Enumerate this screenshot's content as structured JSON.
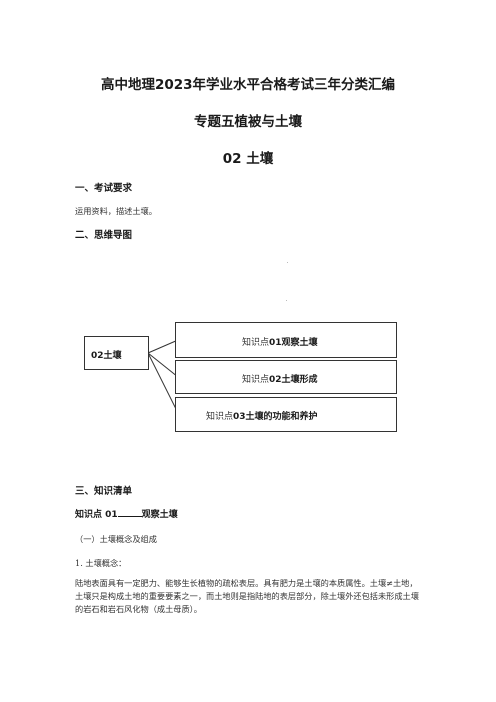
{
  "header": {
    "title_main": "高中地理2023年学业水平合格考试三年分类汇编",
    "title_topic": "专题五植被与土壤",
    "title_sub": "02 土壤"
  },
  "section1": {
    "heading": "一、考试要求",
    "text": "运用资料，描述土壤。"
  },
  "section2": {
    "heading": "二、思维导图",
    "mindmap": {
      "root": "02土壤",
      "branches": [
        {
          "prefix": "知识点",
          "label": "01观察土壤"
        },
        {
          "prefix": "知识点",
          "label": "02土壤形成"
        },
        {
          "prefix": "知识点",
          "label": "03土壤的功能和养护"
        }
      ]
    }
  },
  "section3": {
    "heading": "三、知识清单",
    "knowledge_point": {
      "label": "知识点 01",
      "title": "观察土壤"
    },
    "subheading": "（一）土壤概念及组成",
    "item1": "1. 土壤概念：",
    "paragraph": "陆地表面具有一定肥力、能够生长植物的疏松表层。具有肥力是土壤的本质属性。土壤≠土地，土壤只是构成土地的重要要素之一，而土地则是指陆地的表层部分，除土壤外还包括未形成土壤的岩石和岩石风化物（成土母质）。"
  }
}
